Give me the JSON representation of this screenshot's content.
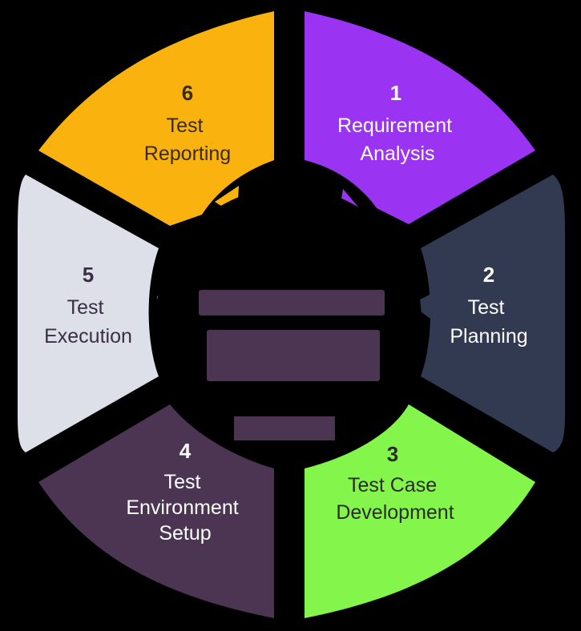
{
  "segments": [
    {
      "number": "1",
      "lines": [
        "Requirement",
        "Analysis"
      ],
      "color": "#9A33F2",
      "text_color": "#FFFFFF"
    },
    {
      "number": "2",
      "lines": [
        "Test",
        "Planning"
      ],
      "color": "#323A52",
      "text_color": "#FFFFFF"
    },
    {
      "number": "3",
      "lines": [
        "Test Case",
        "Development"
      ],
      "color": "#84F54A",
      "text_color": "#2B2B2B"
    },
    {
      "number": "4",
      "lines": [
        "Test",
        "Environment",
        "Setup"
      ],
      "color": "#4B3552",
      "text_color": "#FFFFFF"
    },
    {
      "number": "5",
      "lines": [
        "Test",
        "Execution"
      ],
      "color": "#DDE0E9",
      "text_color": "#3A2E45"
    },
    {
      "number": "6",
      "lines": [
        "Test",
        "Reporting"
      ],
      "color": "#F9B20E",
      "text_color": "#3A2B14"
    }
  ],
  "center": {
    "title_lines": [
      "",
      ""
    ],
    "text_color": "#4B3552",
    "background": "#000000"
  }
}
